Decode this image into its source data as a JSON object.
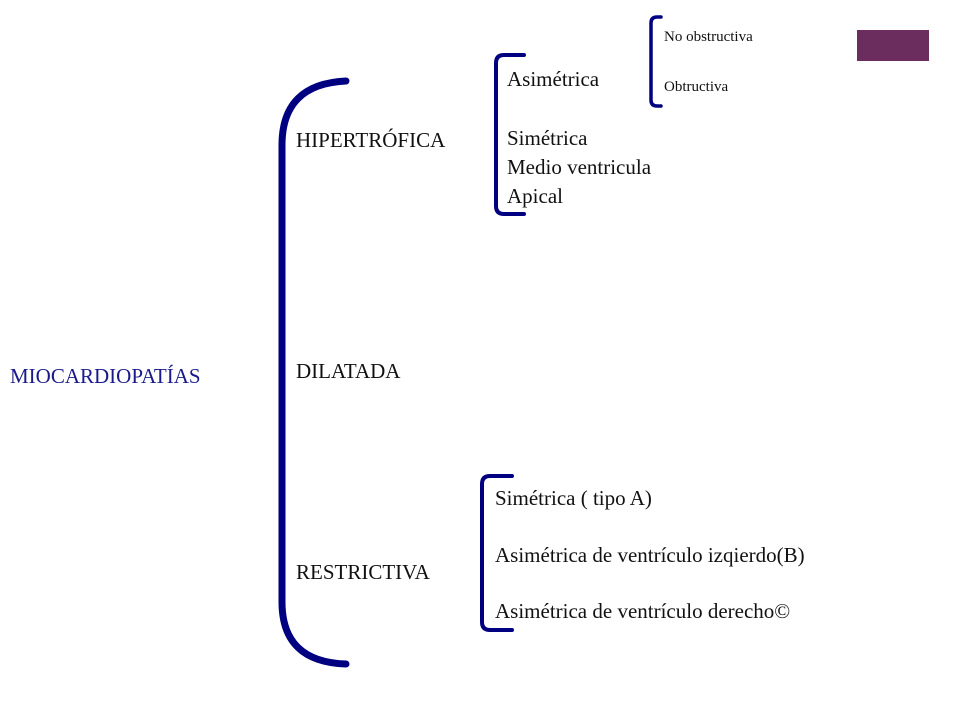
{
  "root": {
    "label": "MIOCARDIOPATÍAS"
  },
  "categories": {
    "hypertrophic": {
      "label": "HIPERTRÓFICA",
      "subtypes": {
        "asymmetric": {
          "label": "Asimétrica",
          "variants": [
            "No obstructiva",
            "Obtructiva"
          ]
        },
        "symmetric": "Simétrica",
        "mid_ventricular": "Medio ventricula",
        "apical": "Apical"
      }
    },
    "dilated": {
      "label": "DILATADA"
    },
    "restrictive": {
      "label": "RESTRICTIVA",
      "subtypes": [
        "Simétrica ( tipo A)",
        "Asimétrica de ventrículo izqierdo(B)",
        "Asimétrica de ventrículo derecho©"
      ]
    }
  },
  "colors": {
    "bracket": "#000080",
    "root_text": "#1a1a8c",
    "accent": "#6b2d5e"
  }
}
